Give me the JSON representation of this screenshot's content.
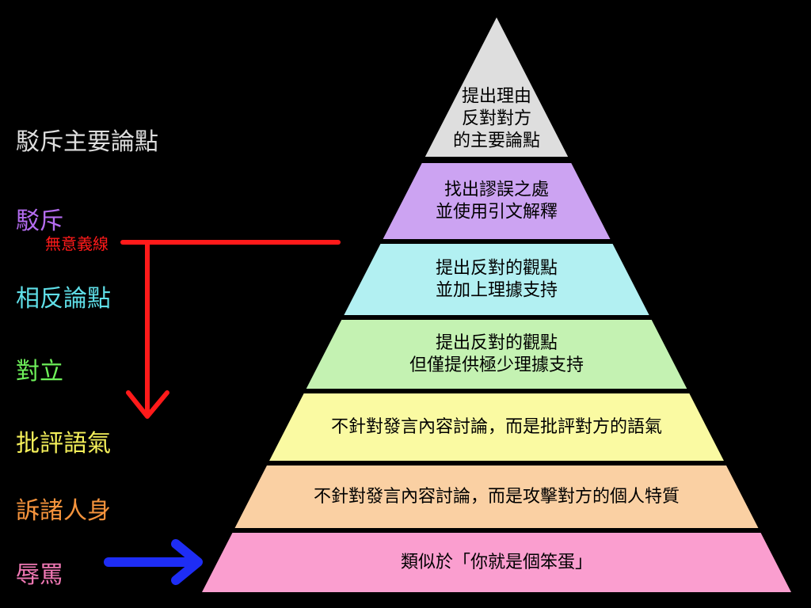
{
  "pyramid": {
    "tiers": [
      {
        "lines": [
          "提出理由",
          "反對對方",
          "的主要論點"
        ],
        "color": "#dedede"
      },
      {
        "lines": [
          "找出謬誤之處",
          "並使用引文解釋"
        ],
        "color": "#cca3f2"
      },
      {
        "lines": [
          "提出反對的觀點",
          "並加上理據支持"
        ],
        "color": "#b2f0f2"
      },
      {
        "lines": [
          "提出反對的觀點",
          "但僅提供極少理據支持"
        ],
        "color": "#c4f2b2"
      },
      {
        "lines": [
          "不針對發言內容討論，而是批評對方的語氣"
        ],
        "color": "#fafaa2"
      },
      {
        "lines": [
          "不針對發言內容討論，而是攻擊對方的個人特質"
        ],
        "color": "#fad0a3"
      },
      {
        "lines": [
          "類似於「你就是個笨蛋」"
        ],
        "color": "#fa9ecf"
      }
    ]
  },
  "levels": [
    {
      "label": "駁斥主要論點",
      "color": "#dedede"
    },
    {
      "label": "駁斥",
      "color": "#b46cf0"
    },
    {
      "label": "相反論點",
      "color": "#5fdfe8"
    },
    {
      "label": "對立",
      "color": "#6ef05a"
    },
    {
      "label": "批評語氣",
      "color": "#f5f05a"
    },
    {
      "label": "訴諸人身",
      "color": "#f5933c"
    },
    {
      "label": "辱罵",
      "color": "#f078b4"
    }
  ],
  "nonsense_line": {
    "label": "無意義線",
    "color": "#ff1a1a"
  },
  "arrow": {
    "color": "#1e2df5"
  }
}
